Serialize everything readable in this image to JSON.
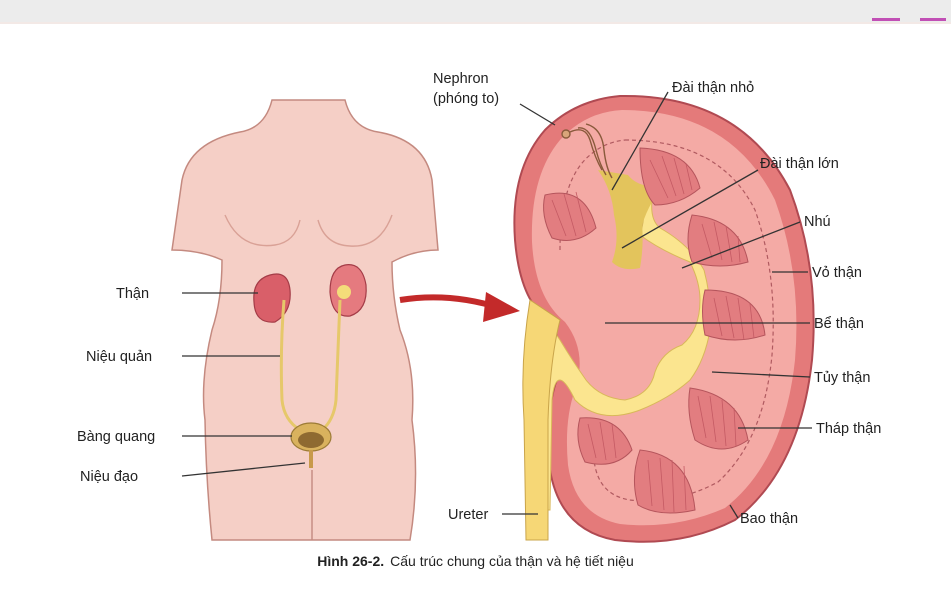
{
  "labels": {
    "than": "Thận",
    "nieu_quan": "Niệu quản",
    "bang_quang": "Bàng quang",
    "nieu_dao": "Niệu đạo",
    "nephron_1": "Nephron",
    "nephron_2": "(phóng to)",
    "dai_than_nho": "Đài thận nhỏ",
    "dai_than_lon": "Đài thận lớn",
    "nhu": "Nhú",
    "vo_than": "Vỏ thận",
    "be_than": "Bể thận",
    "tuy_than": "Tủy thận",
    "thap_than": "Tháp thận",
    "ureter": "Ureter",
    "bao_than": "Bao thận"
  },
  "caption": {
    "number": "Hình 26-2.",
    "text": "Cấu trúc chung của thận và hệ tiết niệu"
  },
  "colors": {
    "skin": "#f5cfc6",
    "skin_outline": "#c48a80",
    "kidney_outer": "#e47a7a",
    "cortex": "#f4aaa5",
    "medulla": "#f7bdb6",
    "pyramid": "#e27d80",
    "pelvis": "#fbe58f",
    "calyx": "#e0c35a",
    "arrow": "#c32a2a"
  }
}
